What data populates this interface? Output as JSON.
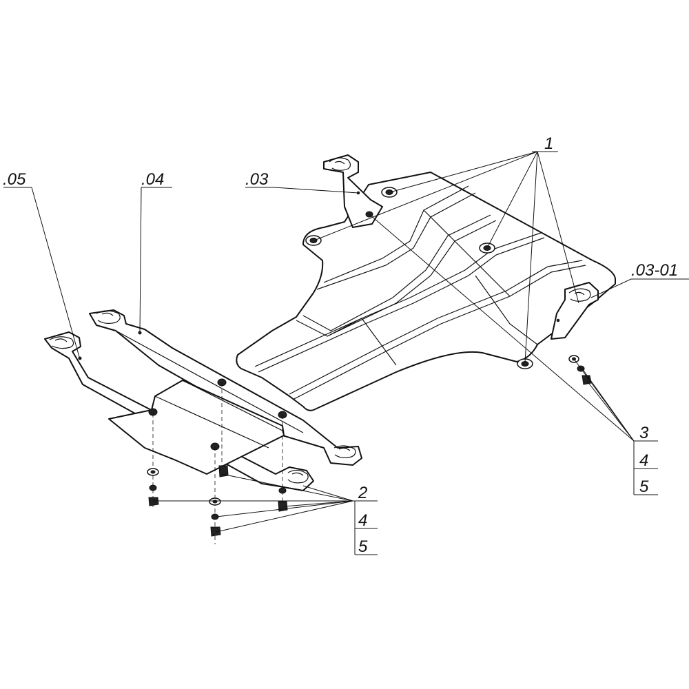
{
  "labels": {
    "part_05": ".05",
    "part_04": ".04",
    "part_03": ".03",
    "part_03_01": ".03-01",
    "item_1": "1",
    "item_2": "2",
    "item_3": "3",
    "item_4a": "4",
    "item_5a": "5",
    "item_4b": "4",
    "item_5b": "5"
  }
}
